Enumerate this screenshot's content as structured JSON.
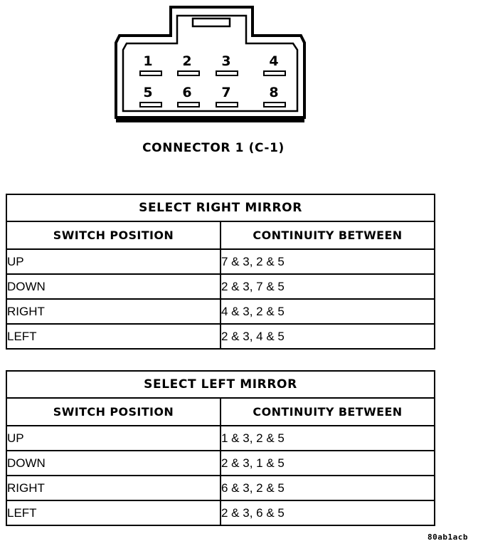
{
  "figure": {
    "caption": "CONNECTOR 1 (C-1)",
    "reference_code": "80ab1acb",
    "pins": [
      {
        "number": "1",
        "row": "top"
      },
      {
        "number": "2",
        "row": "top"
      },
      {
        "number": "3",
        "row": "top"
      },
      {
        "number": "4",
        "row": "top"
      },
      {
        "number": "5",
        "row": "bottom"
      },
      {
        "number": "6",
        "row": "bottom"
      },
      {
        "number": "7",
        "row": "bottom"
      },
      {
        "number": "8",
        "row": "bottom"
      }
    ]
  },
  "tables": [
    {
      "title": "SELECT RIGHT MIRROR",
      "columns": [
        "SWITCH POSITION",
        "CONTINUITY BETWEEN"
      ],
      "rows": [
        {
          "position": "UP",
          "continuity": "7 & 3, 2 & 5"
        },
        {
          "position": "DOWN",
          "continuity": "2 & 3, 7 & 5"
        },
        {
          "position": "RIGHT",
          "continuity": "4 & 3, 2 & 5"
        },
        {
          "position": "LEFT",
          "continuity": "2 & 3, 4 & 5"
        }
      ]
    },
    {
      "title": "SELECT LEFT MIRROR",
      "columns": [
        "SWITCH POSITION",
        "CONTINUITY BETWEEN"
      ],
      "rows": [
        {
          "position": "UP",
          "continuity": "1 & 3, 2 & 5"
        },
        {
          "position": "DOWN",
          "continuity": "2 & 3, 1 & 5"
        },
        {
          "position": "RIGHT",
          "continuity": "6 & 3, 2 & 5"
        },
        {
          "position": "LEFT",
          "continuity": "2 & 3, 6 & 5"
        }
      ]
    }
  ],
  "colors": {
    "ink": "#000000",
    "paper": "#ffffff"
  }
}
